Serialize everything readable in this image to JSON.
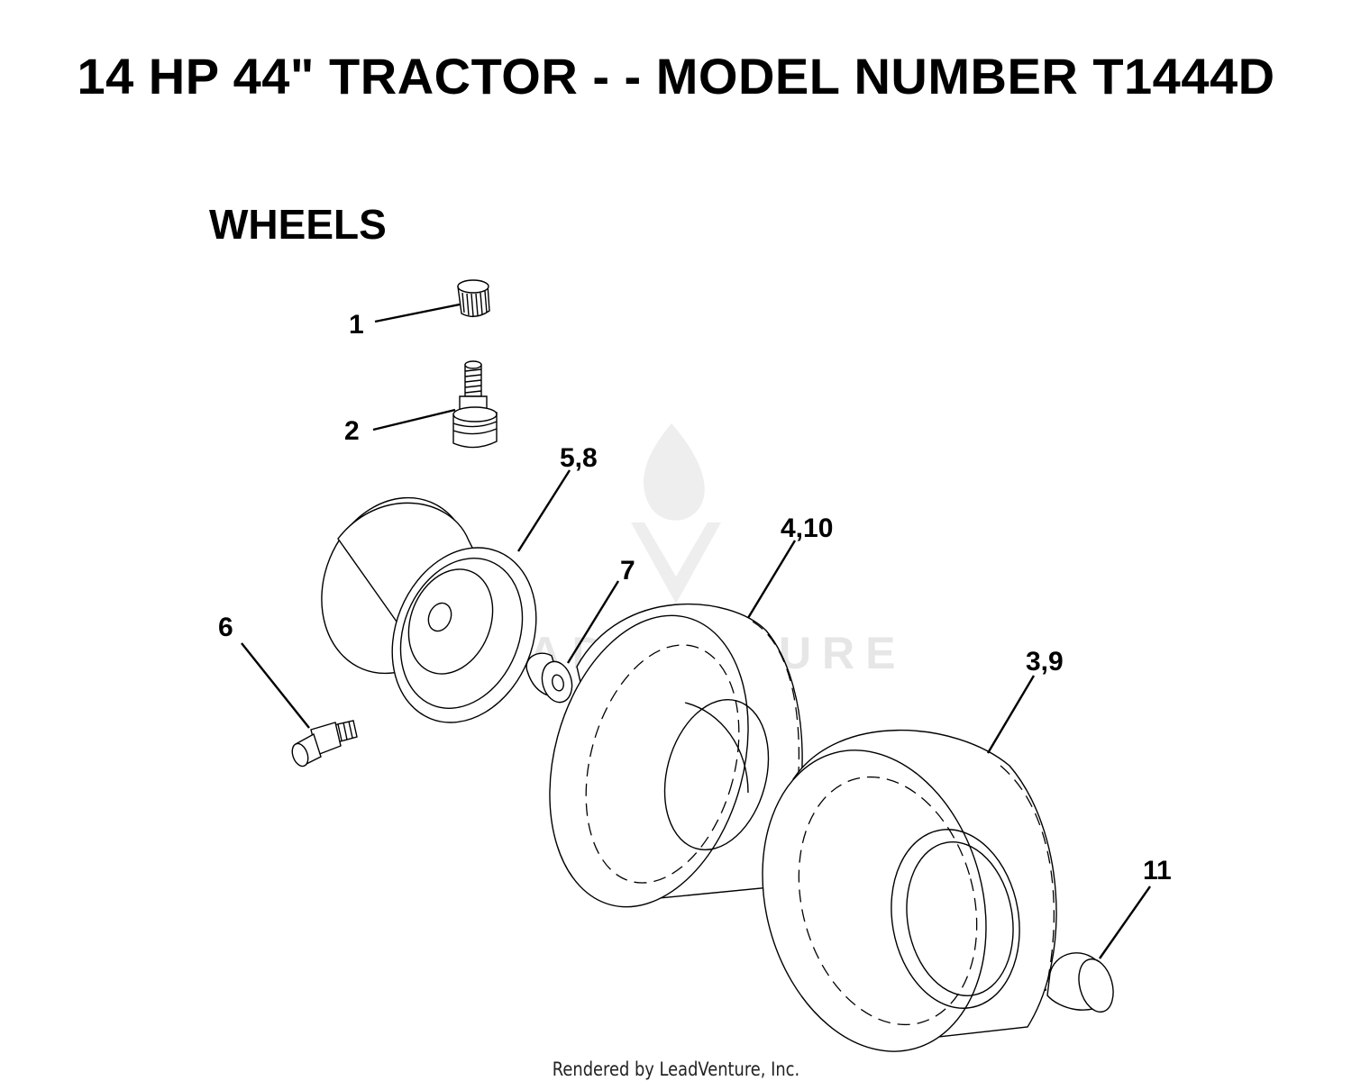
{
  "page": {
    "title": "14 HP 44\" TRACTOR - - MODEL NUMBER T1444D",
    "section": "WHEELS",
    "footer": "Rendered by LeadVenture, Inc."
  },
  "watermark": {
    "text": "LEADVENTURE"
  },
  "callouts": {
    "item_1": "1",
    "item_2": "2",
    "item_5_8": "5,8",
    "item_6": "6",
    "item_7": "7",
    "item_4_10": "4,10",
    "item_3_9": "3,9",
    "item_11": "11"
  }
}
